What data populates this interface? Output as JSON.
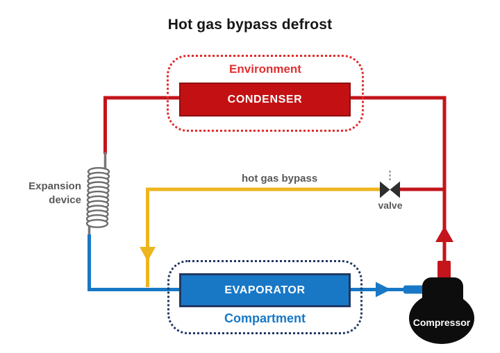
{
  "title": "Hot gas bypass defrost",
  "diagram": {
    "environment": {
      "label": "Environment",
      "component": "CONDENSER"
    },
    "compartment": {
      "label": "Compartment",
      "component": "EVAPORATOR"
    },
    "expansion_device": {
      "label_line1": "Expansion",
      "label_line2": "device"
    },
    "bypass": {
      "line_label": "hot gas bypass",
      "valve_label": "valve"
    },
    "compressor": {
      "label": "Compressor"
    }
  },
  "colors": {
    "hot_line": "#C3151B",
    "condenser_fill": "#C31113",
    "environment_accent": "#E03030",
    "cold_line": "#1878C6",
    "evaporator_fill": "#1878C6",
    "compartment_accent": "#1F3864",
    "bypass_line": "#EDB51E",
    "label_gray": "#595959",
    "compressor_fill": "#0D0D0D"
  }
}
